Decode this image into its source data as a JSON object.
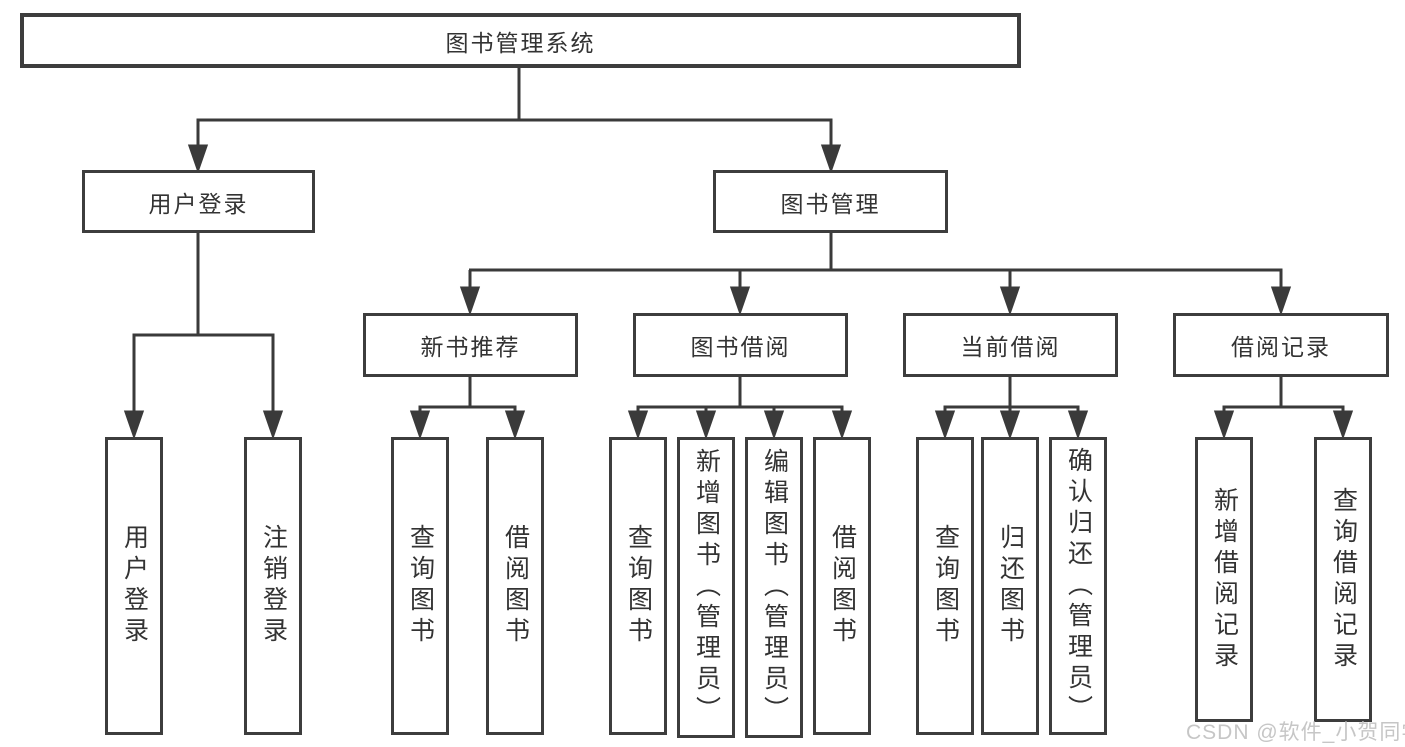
{
  "nodes": {
    "root": "图书管理系统",
    "user_login": "用户登录",
    "book_management": "图书管理",
    "new_book_recommend": "新书推荐",
    "book_borrowing": "图书借阅",
    "current_borrowing": "当前借阅",
    "borrowing_records": "借阅记录",
    "leaf_user_login": "用户登录",
    "leaf_logout": "注销登录",
    "leaf_nbr_query_books": "查询图书",
    "leaf_nbr_borrow_books": "借阅图书",
    "leaf_bb_query_books": "查询图书",
    "leaf_bb_add_books": "新增图书（管理员）",
    "leaf_bb_edit_books": "编辑图书（管理员）",
    "leaf_bb_borrow_books": "借阅图书",
    "leaf_cb_query_books": "查询图书",
    "leaf_cb_return_books": "归还图书",
    "leaf_cb_confirm_return": "确认归还（管理员）",
    "leaf_br_add_record": "新增借阅记录",
    "leaf_br_query_record": "查询借阅记录"
  },
  "watermark": "CSDN @软件_小贺同学",
  "colors": {
    "line": "#3a3a3a",
    "box_border": "#3d3d3d",
    "text": "#333333",
    "watermark": "#c6c6c6",
    "background": "#ffffff"
  }
}
